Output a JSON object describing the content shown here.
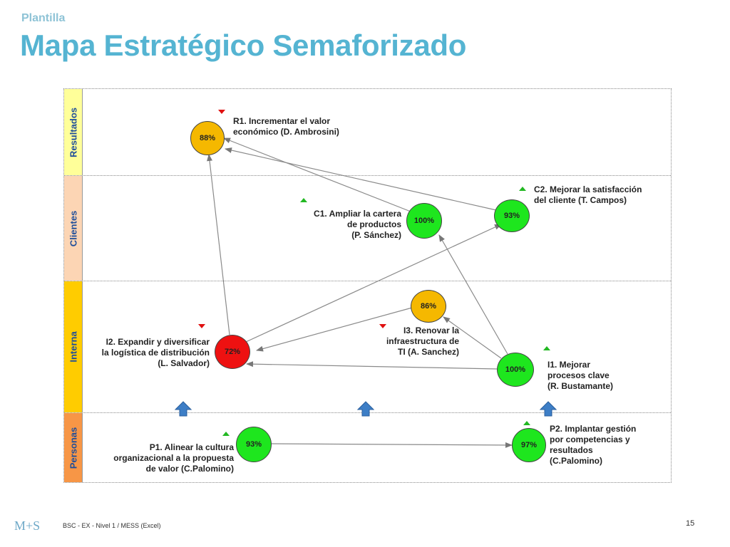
{
  "header": {
    "subtitle": "Plantilla",
    "title": "Mapa Estratégico Semaforizado"
  },
  "lanes": [
    {
      "label": "Resultados",
      "color": "#ffff99"
    },
    {
      "label": "Clientes",
      "color": "#fcd5b4"
    },
    {
      "label": "Interna",
      "color": "#ffcc00"
    },
    {
      "label": "Personas",
      "color": "#f79646"
    }
  ],
  "objectives": {
    "r1": {
      "value": "88%",
      "status": "yellow",
      "trend": "down",
      "lines": [
        "R1. Incrementar el valor",
        "económico (D. Ambrosini)"
      ]
    },
    "c1": {
      "value": "100%",
      "status": "green",
      "trend": "up",
      "lines": [
        "C1. Ampliar la cartera",
        "de productos",
        "(P. Sánchez)"
      ]
    },
    "c2": {
      "value": "93%",
      "status": "green",
      "trend": "up",
      "lines": [
        "C2. Mejorar la satisfacción",
        "del cliente (T. Campos)"
      ]
    },
    "i3": {
      "value": "86%",
      "status": "yellow",
      "trend": "down",
      "lines": [
        "I3. Renovar la",
        "infraestructura de",
        "TI (A. Sanchez)"
      ]
    },
    "i2": {
      "value": "72%",
      "status": "red",
      "trend": "down",
      "lines": [
        "I2. Expandir y diversificar",
        "la logística de distribución",
        "(L. Salvador)"
      ]
    },
    "i1": {
      "value": "100%",
      "status": "green",
      "trend": "up",
      "lines": [
        "I1. Mejorar",
        "procesos clave",
        "(R. Bustamante)"
      ]
    },
    "p1": {
      "value": "93%",
      "status": "green",
      "trend": "up",
      "lines": [
        "P1. Alinear la cultura",
        "organizacional a la propuesta",
        "de valor (C.Palomino)"
      ]
    },
    "p2": {
      "value": "97%",
      "status": "green",
      "trend": "up",
      "lines": [
        "P2. Implantar gestión",
        "por competencias y",
        "resultados",
        "(C.Palomino)"
      ]
    }
  },
  "status_colors": {
    "green": "#1ee61e",
    "yellow": "#f5b800",
    "red": "#ee1111"
  },
  "icons": {
    "trend_up": "green-triangle-up-icon",
    "trend_down": "red-triangle-down-icon",
    "lane_link": "blue-up-arrow-icon"
  },
  "footer": {
    "logo": "M+S",
    "text": "BSC - EX - Nivel 1 / MESS (Excel)",
    "page_number": "15"
  }
}
